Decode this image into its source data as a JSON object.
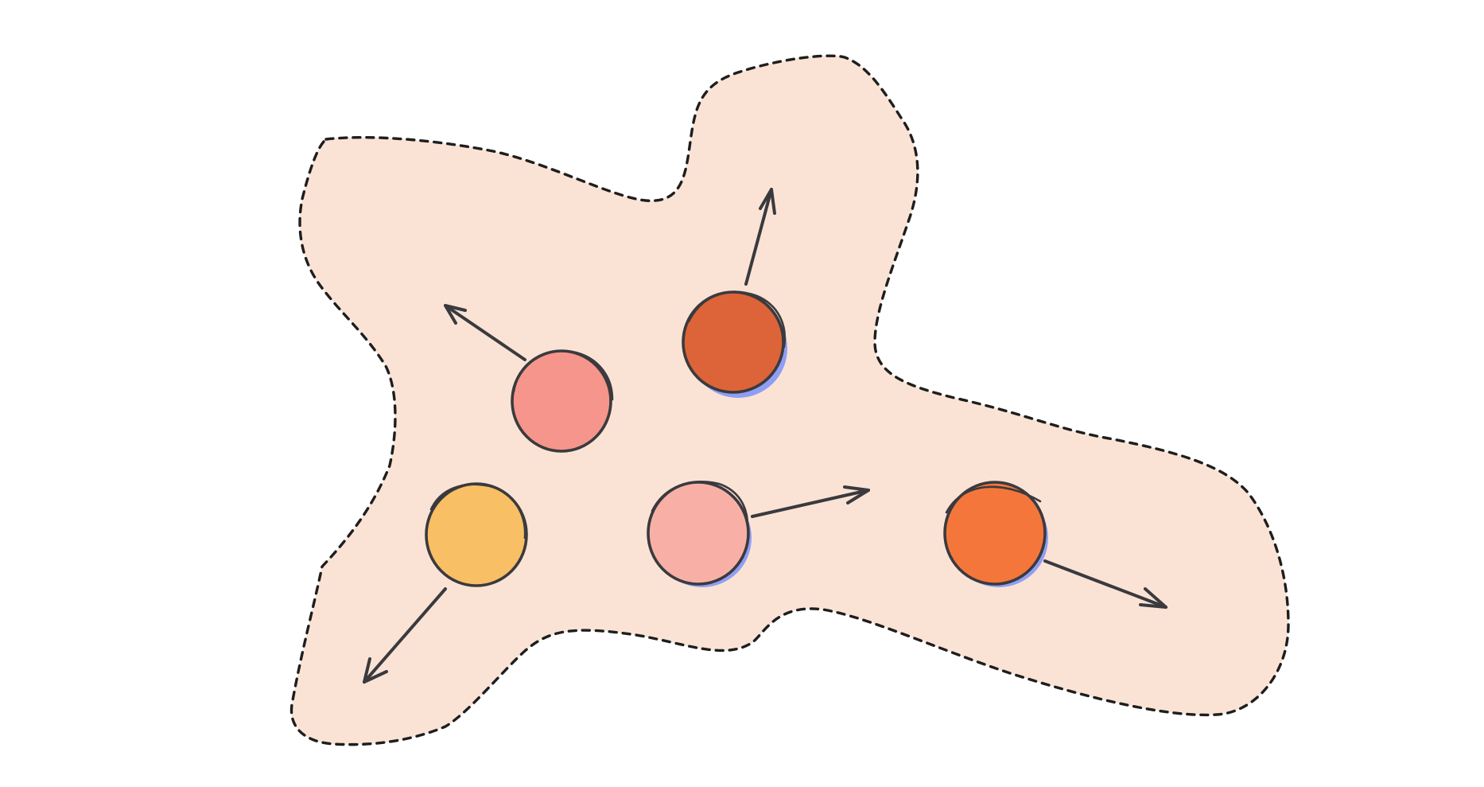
{
  "diagram": {
    "colors": {
      "background": "#ffffff",
      "region_fill": "#fae3d5",
      "outline": "#1e1e1e",
      "stroke": "#3a3a3e",
      "shadow": "#8f9ef5"
    },
    "particles": [
      {
        "name": "salmon",
        "fill": "#f6958b",
        "shadow": false,
        "arrow_direction": "up-left"
      },
      {
        "name": "dark-orange",
        "fill": "#dd6439",
        "shadow": true,
        "arrow_direction": "up"
      },
      {
        "name": "yellow",
        "fill": "#f9bf65",
        "shadow": false,
        "arrow_direction": "down-left"
      },
      {
        "name": "pink",
        "fill": "#f8b0a6",
        "shadow": true,
        "arrow_direction": "right"
      },
      {
        "name": "orange",
        "fill": "#f5763a",
        "shadow": true,
        "arrow_direction": "down-right"
      }
    ]
  }
}
